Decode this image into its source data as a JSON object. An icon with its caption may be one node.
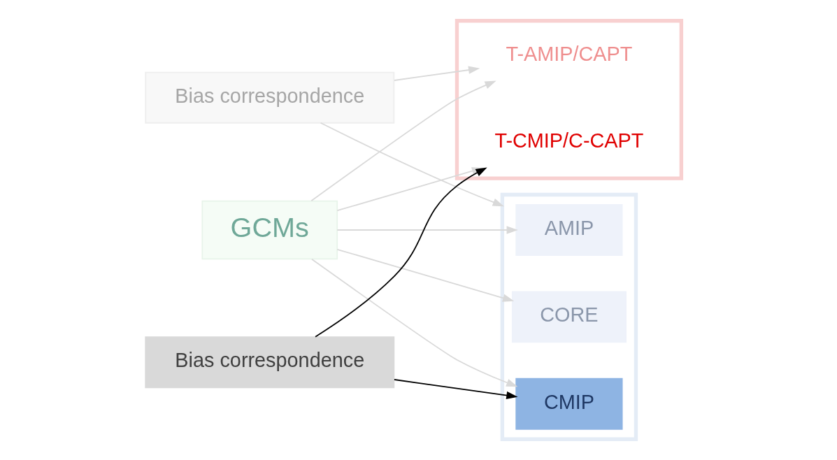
{
  "diagram": {
    "nodes": [
      {
        "text": [
          "Bias correspondence"
        ]
      },
      {
        "text": [],
        "shape": "box"
      },
      {
        "text": [
          "T-AMIP/CAPT"
        ],
        "in": 1
      },
      {
        "text": [
          "T-CMIP/C-CAPT"
        ],
        "in": 1
      },
      {
        "text": [],
        "shape": "box"
      },
      {
        "text": [
          "AMIP"
        ],
        "in": 4
      },
      {
        "text": [
          "CORE"
        ],
        "in": 4
      },
      {
        "text": [
          "CMIP"
        ],
        "in": 4
      },
      {
        "text": [
          "GCMs"
        ]
      },
      {
        "text": [
          "Bias correspondence"
        ]
      }
    ],
    "edges": [
      {
        "from": 0,
        "to": 2,
        "arrow": "to"
      },
      {
        "from": 0,
        "to": 4,
        "arrow": "to"
      },
      {
        "from": 8,
        "to": 2,
        "arrow": "to"
      },
      {
        "from": 8,
        "to": 3,
        "arrow": "to"
      },
      {
        "from": 8,
        "to": 5,
        "arrow": "to"
      },
      {
        "from": 8,
        "to": 6,
        "arrow": "to"
      },
      {
        "from": 8,
        "to": 7,
        "arrow": "to"
      },
      {
        "from": 9,
        "to": 3,
        "arrow": "to",
        "color": "#000000"
      },
      {
        "from": 9,
        "to": 7,
        "arrow": "to",
        "color": "#000000"
      }
    ]
  }
}
